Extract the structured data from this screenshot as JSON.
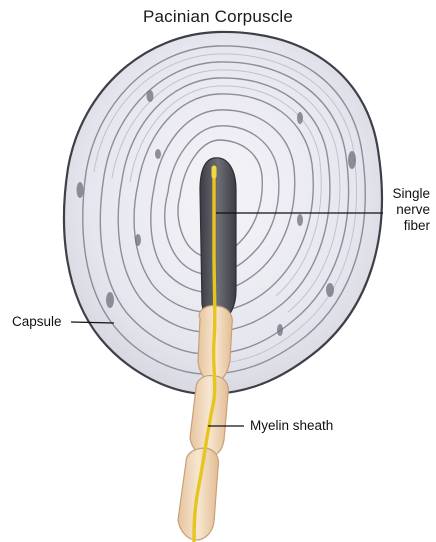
{
  "title": "Pacinian Corpuscle",
  "labels": {
    "nerve_fiber": [
      "Single",
      "nerve",
      "fiber"
    ],
    "capsule": "Capsule",
    "myelin_sheath": "Myelin sheath"
  },
  "colors": {
    "capsule_outline": "#4a4a55",
    "lamella_stroke": "#9a9aa8",
    "lamella_fill": "#e9e9ef",
    "inner_core": "#5a5a62",
    "myelin_fill": "#f1d7b8",
    "myelin_stroke": "#caa27a",
    "nerve_fiber": "#e8c81a",
    "leader_line": "#111111"
  }
}
